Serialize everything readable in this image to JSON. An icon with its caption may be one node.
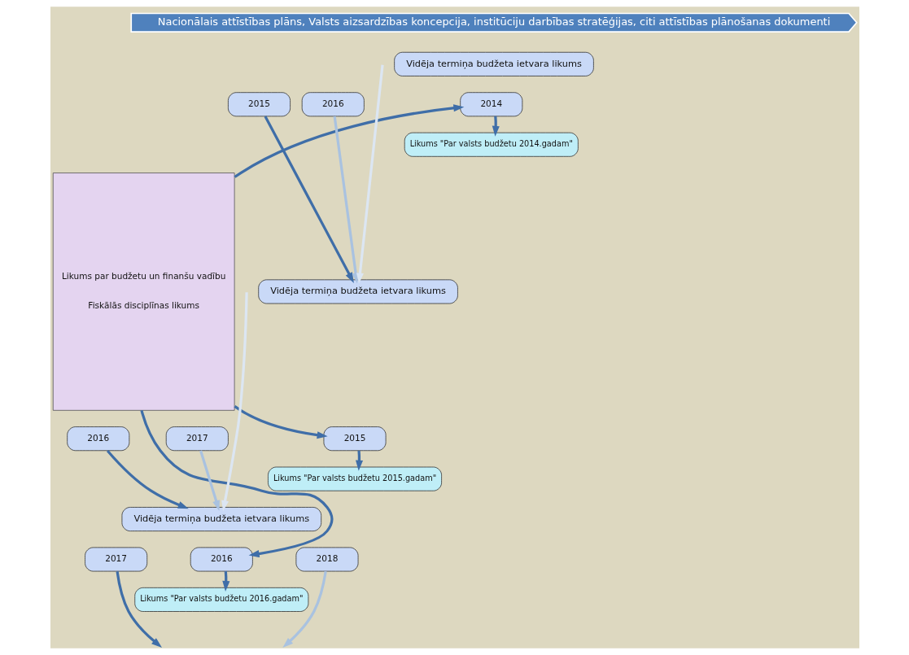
{
  "diagram": {
    "nodes": [
      {
        "text": [
          "Nacionālais attīstības plāns, Valsts aizsardzības koncepcija, institūciju darbības stratēģijas, citi attīstības plānošanas dokumenti"
        ]
      },
      {
        "text": [
          "Likums par budžetu un finanšu vadību",
          "Fiskālās disciplīnas likums"
        ]
      },
      {
        "text": [
          "Vidēja termiņa budžeta ietvara likums"
        ]
      },
      {
        "text": [
          "2014"
        ]
      },
      {
        "text": [
          "2015"
        ]
      },
      {
        "text": [
          "2016"
        ]
      },
      {
        "text": [
          "Likums \"Par valsts budžetu 2014.gadam\""
        ]
      },
      {
        "text": [
          "Vidēja termiņa budžeta ietvara likums"
        ]
      },
      {
        "text": [
          "2015"
        ]
      },
      {
        "text": [
          "2016"
        ]
      },
      {
        "text": [
          "2017"
        ]
      },
      {
        "text": [
          "Likums \"Par valsts budžetu 2015.gadam\""
        ]
      },
      {
        "text": [
          "Vidēja termiņa budžeta ietvara likums"
        ]
      },
      {
        "text": [
          "2016"
        ]
      },
      {
        "text": [
          "2017"
        ]
      },
      {
        "text": [
          "2018"
        ]
      },
      {
        "text": [
          "Likums \"Par valsts budžetu 2016.gadam\""
        ]
      }
    ],
    "edges": [
      {
        "from": 1,
        "to": 3,
        "arrow": "to"
      },
      {
        "from": 1,
        "to": 8,
        "arrow": "to"
      },
      {
        "from": 1,
        "to": 13,
        "arrow": "to"
      },
      {
        "from": 3,
        "to": 6,
        "arrow": "to"
      },
      {
        "from": 4,
        "to": 7,
        "arrow": "to"
      },
      {
        "from": 5,
        "to": 7,
        "arrow": "to",
        "color": "#a9c2e0"
      },
      {
        "from": null,
        "to": 7,
        "arrow": "to",
        "color": "#dce6f2"
      },
      {
        "from": null,
        "to": 12,
        "arrow": "to",
        "color": "#dce6f2"
      },
      {
        "from": 8,
        "to": 11,
        "arrow": "to"
      },
      {
        "from": 9,
        "to": 12,
        "arrow": "to"
      },
      {
        "from": 10,
        "to": 12,
        "arrow": "to",
        "color": "#a9c2e0"
      },
      {
        "from": 13,
        "to": 16,
        "arrow": "to"
      },
      {
        "from": 14,
        "to": null,
        "arrow": "to"
      },
      {
        "from": 15,
        "to": null,
        "arrow": "to",
        "color": "#a9c2e0"
      }
    ]
  }
}
